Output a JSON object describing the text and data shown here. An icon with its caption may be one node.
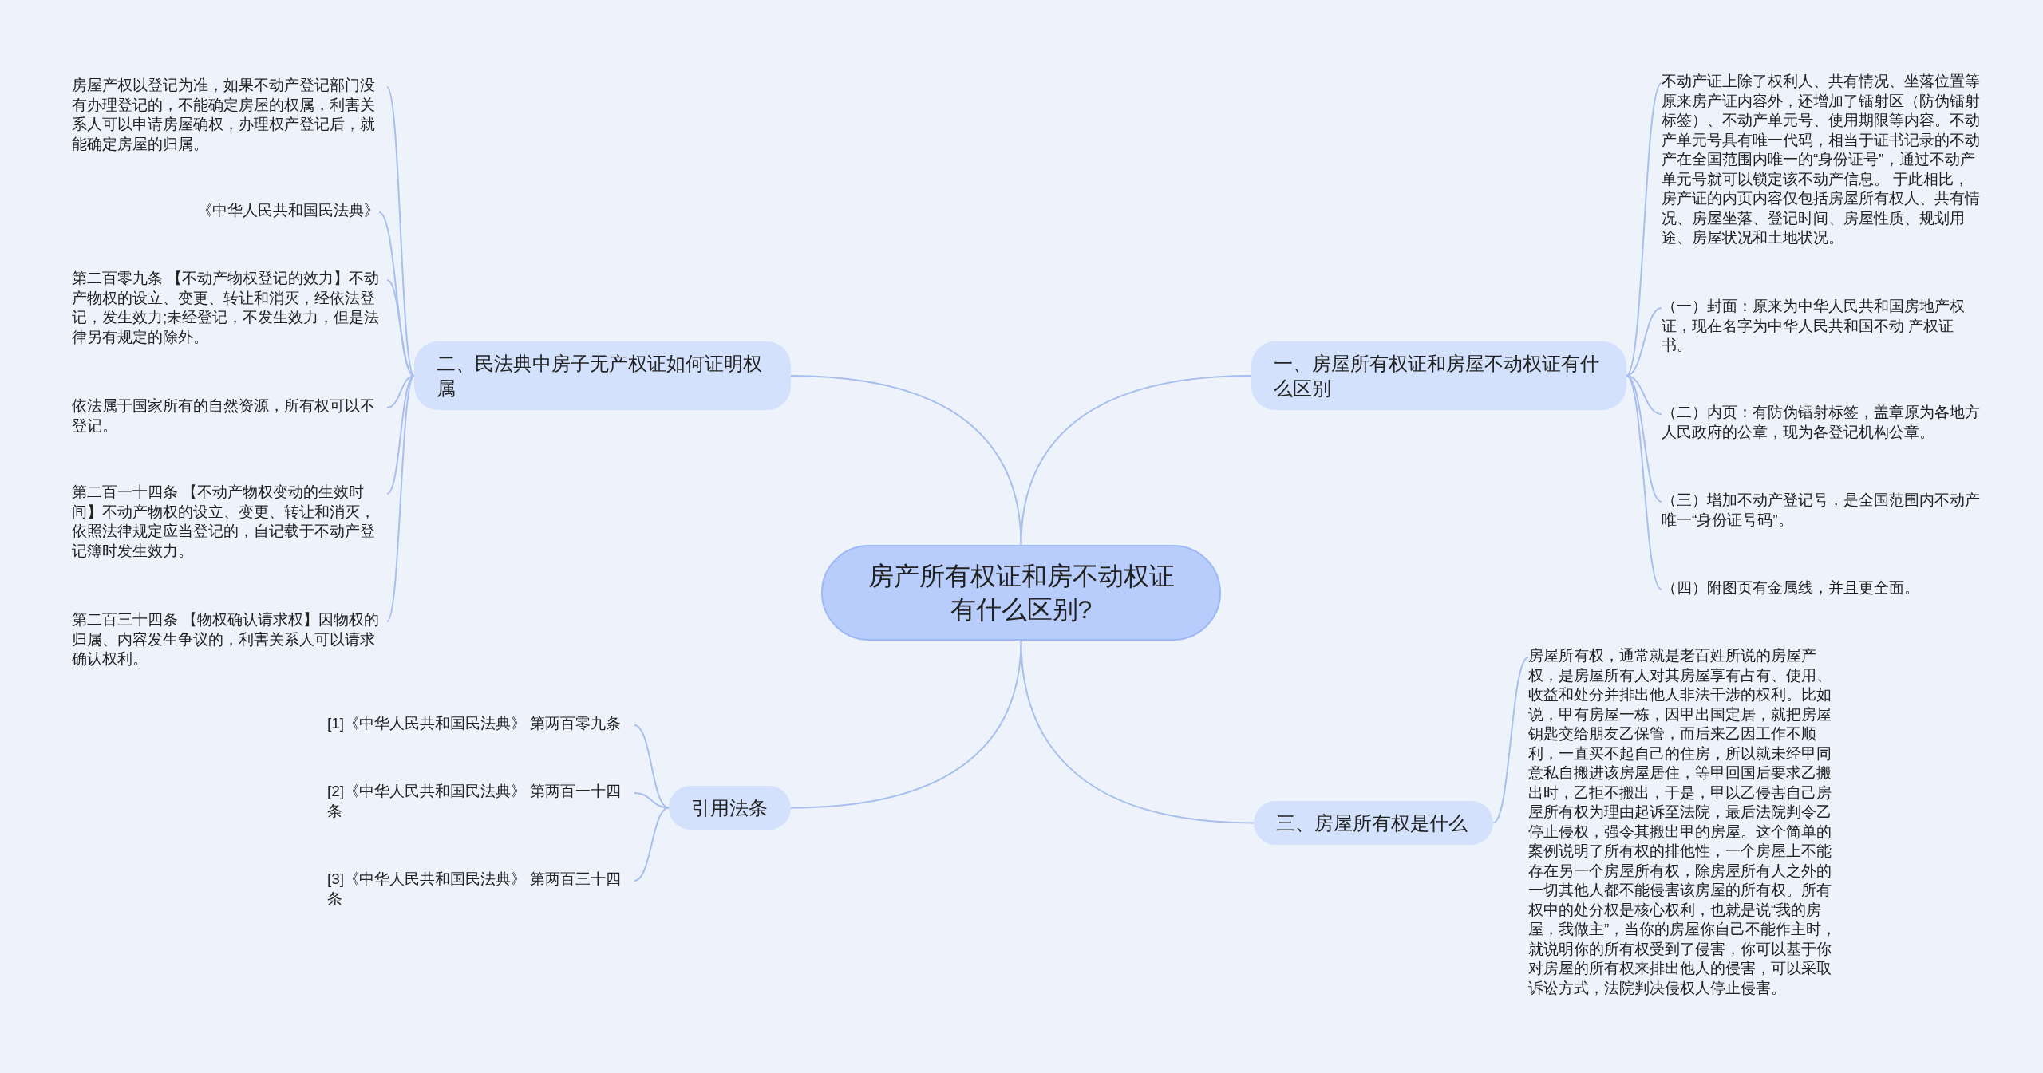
{
  "diagram": {
    "nodes": [
      {
        "text": [
          "房产所有权证和房不动权证有什么区别?"
        ]
      },
      {
        "text": [
          "一、房屋所有权证和房屋不动权证有什么区别"
        ]
      },
      {
        "text": [
          "不动产证上除了权利人、共有情况、坐落位置等原来房产证内容外，还增加了镭射区（防伪镭射标签）、不动产单元号、使用期限等内容。不动产单元号具有唯一代码，相当于证书记录的不动产在全国范围内唯一的“身份证号”，通过不动产单元号就可以锁定该不动产信息。 于此相比，房产证的内页内容仅包括房屋所有权人、共有情况、房屋坐落、登记时间、房屋性质、规划用途、房屋状况和土地状况。"
        ]
      },
      {
        "text": [
          "（一）封面：原来为中华人民共和国房地产权证，现在名字为中华人民共和国不动 产权证书。"
        ]
      },
      {
        "text": [
          "（二）内页：有防伪镭射标签，盖章原为各地方人民政府的公章，现为各登记机构公章。"
        ]
      },
      {
        "text": [
          "（三）增加不动产登记号，是全国范围内不动产唯一“身份证号码”。"
        ]
      },
      {
        "text": [
          "（四）附图页有金属线，并且更全面。"
        ]
      },
      {
        "text": [
          "二、民法典中房子无产权证如何证明权属"
        ]
      },
      {
        "text": [
          "房屋产权以登记为准，如果不动产登记部门没有办理登记的，不能确定房屋的权属，利害关系人可以申请房屋确权，办理权产登记后，就能确定房屋的归属。"
        ]
      },
      {
        "text": [
          "《中华人民共和国民法典》"
        ]
      },
      {
        "text": [
          "第二百零九条 【不动产物权登记的效力】不动产物权的设立、变更、转让和消灭，经依法登记，发生效力;未经登记，不发生效力，但是法律另有规定的除外。"
        ]
      },
      {
        "text": [
          "依法属于国家所有的自然资源，所有权可以不登记。"
        ]
      },
      {
        "text": [
          "第二百一十四条 【不动产物权变动的生效时间】不动产物权的设立、变更、转让和消灭，依照法律规定应当登记的，自记载于不动产登记簿时发生效力。"
        ]
      },
      {
        "text": [
          "第二百三十四条 【物权确认请求权】因物权的归属、内容发生争议的，利害关系人可以请求确认权利。"
        ]
      },
      {
        "text": [
          "三、房屋所有权是什么"
        ]
      },
      {
        "text": [
          "房屋所有权，通常就是老百姓所说的房屋产权，是房屋所有人对其房屋享有占有、使用、收益和处分并排出他人非法干涉的权利。比如说，甲有房屋一栋，因甲出国定居，就把房屋钥匙交给朋友乙保管，而后来乙因工作不顺利，一直买不起自己的住房，所以就未经甲同意私自搬进该房屋居住，等甲回国后要求乙搬出时，乙拒不搬出，于是，甲以乙侵害自己房屋所有权为理由起诉至法院，最后法院判令乙停止侵权，强令其搬出甲的房屋。这个简单的案例说明了所有权的排他性，一个房屋上不能存在另一个房屋所有权，除房屋所有人之外的一切其他人都不能侵害该房屋的所有权。所有权中的处分权是核心权利，也就是说“我的房屋，我做主”，当你的房屋你自己不能作主时，就说明你的所有权受到了侵害，你可以基于你对房屋的所有权来排出他人的侵害，可以采取诉讼方式，法院判决侵权人停止侵害。"
        ]
      },
      {
        "text": [
          "引用法条"
        ]
      },
      {
        "text": [
          "[1]《中华人民共和国民法典》 第两百零九条"
        ]
      },
      {
        "text": [
          "[2]《中华人民共和国民法典》 第两百一十四条"
        ]
      },
      {
        "text": [
          "[3]《中华人民共和国民法典》 第两百三十四条"
        ]
      }
    ],
    "edges": [
      {
        "from": 0,
        "to": 1,
        "arrow": "none"
      },
      {
        "from": 1,
        "to": 2,
        "arrow": "none"
      },
      {
        "from": 1,
        "to": 3,
        "arrow": "none"
      },
      {
        "from": 1,
        "to": 4,
        "arrow": "none"
      },
      {
        "from": 1,
        "to": 5,
        "arrow": "none"
      },
      {
        "from": 1,
        "to": 6,
        "arrow": "none"
      },
      {
        "from": 0,
        "to": 7,
        "arrow": "none"
      },
      {
        "from": 7,
        "to": 8,
        "arrow": "none"
      },
      {
        "from": 7,
        "to": 9,
        "arrow": "none"
      },
      {
        "from": 7,
        "to": 10,
        "arrow": "none"
      },
      {
        "from": 7,
        "to": 11,
        "arrow": "none"
      },
      {
        "from": 7,
        "to": 12,
        "arrow": "none"
      },
      {
        "from": 7,
        "to": 13,
        "arrow": "none"
      },
      {
        "from": 0,
        "to": 14,
        "arrow": "none"
      },
      {
        "from": 14,
        "to": 15,
        "arrow": "none"
      },
      {
        "from": 0,
        "to": 16,
        "arrow": "none"
      },
      {
        "from": 16,
        "to": 17,
        "arrow": "none"
      },
      {
        "from": 16,
        "to": 18,
        "arrow": "none"
      },
      {
        "from": 16,
        "to": 19,
        "arrow": "none"
      }
    ]
  }
}
